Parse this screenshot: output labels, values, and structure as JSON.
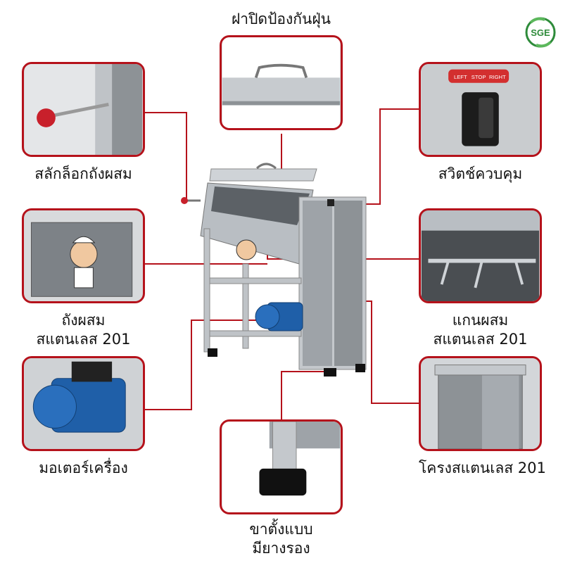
{
  "logo": {
    "text": "SGE",
    "color": "#2e8b3a"
  },
  "colors": {
    "accent": "#b5121b"
  },
  "features": {
    "lid": {
      "label": "ฝาปิดป้องกันฝุ่น"
    },
    "lock_pin": {
      "label": "สลักล็อกถังผสม"
    },
    "switch": {
      "label": "สวิตช์ควบคุม",
      "switch_left": "LEFT",
      "switch_stop": "STOP",
      "switch_right": "RIGHT"
    },
    "tank": {
      "label_line1": "ถังผสม",
      "label_line2": "สแตนเลส 201"
    },
    "shaft": {
      "label_line1": "แกนผสม",
      "label_line2": "สแตนเลส 201"
    },
    "motor": {
      "label": "มอเตอร์เครื่อง"
    },
    "frame": {
      "label": "โครงสแตนเลส 201"
    },
    "legs": {
      "label_line1": "ขาตั้งแบบ",
      "label_line2": "มียางรอง"
    }
  }
}
